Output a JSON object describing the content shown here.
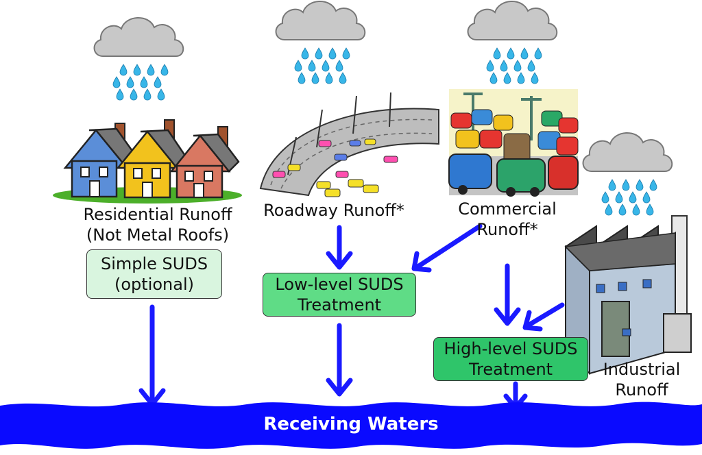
{
  "sources": {
    "residential": {
      "line1": "Residential Runoff",
      "line2": "(Not Metal Roofs)"
    },
    "roadway": {
      "label": "Roadway Runoff*"
    },
    "commercial": {
      "line1": "Commercial",
      "line2": "Runoff*"
    },
    "industrial": {
      "line1": "Industrial",
      "line2": "Runoff"
    }
  },
  "treatments": {
    "simple": {
      "line1": "Simple SUDS",
      "line2": "(optional)",
      "color": "#d9f5df"
    },
    "low": {
      "line1": "Low-level SUDS",
      "line2": "Treatment",
      "color": "#5fdc86"
    },
    "high": {
      "line1": "High-level SUDS",
      "line2": "Treatment",
      "color": "#2fc56a"
    }
  },
  "receiving_waters": {
    "label": "Receiving Waters",
    "color": "#0a0aff"
  },
  "arrow_color": "#1a1aff"
}
